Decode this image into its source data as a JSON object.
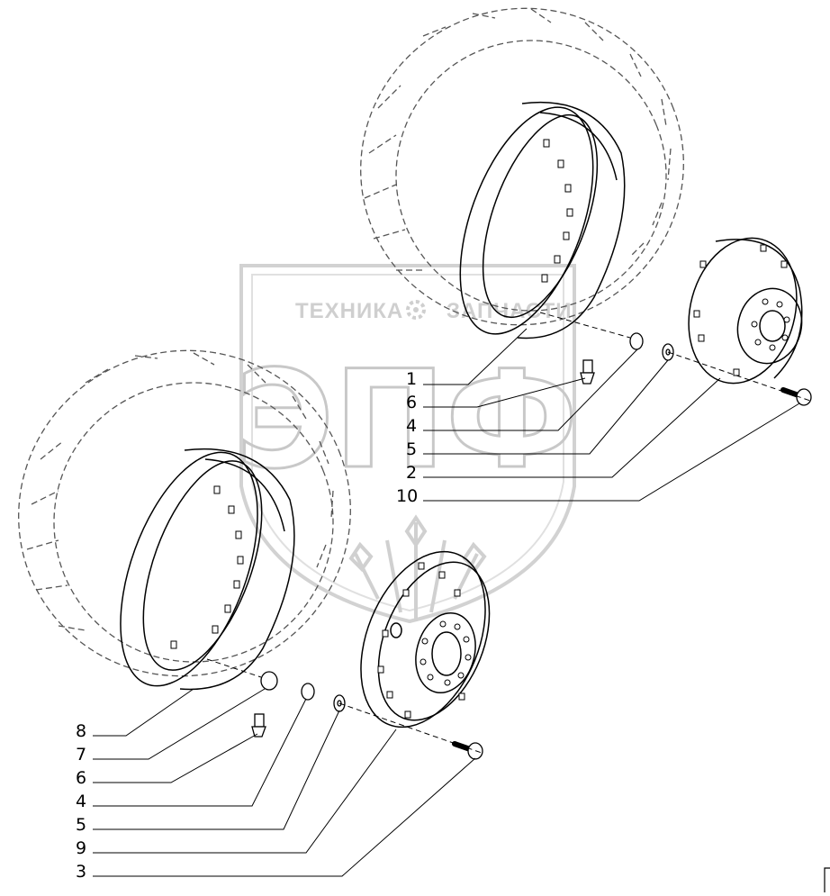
{
  "watermark": {
    "top_left_text": "ТЕХНИКА",
    "top_right_text": "ЗАПЧАСТИ",
    "big_text": "ЭПФ"
  },
  "callouts_upper": [
    "1",
    "6",
    "4",
    "5",
    "2",
    "10"
  ],
  "callouts_lower": [
    "8",
    "7",
    "6",
    "4",
    "5",
    "9",
    "3"
  ],
  "colors": {
    "line": "#000000",
    "dashed": "#555555",
    "watermark": "#c8c8c8"
  }
}
